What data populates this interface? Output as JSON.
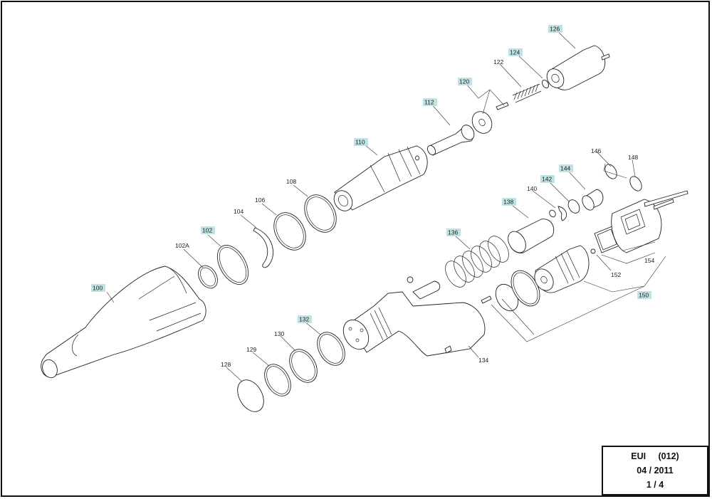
{
  "title_block": {
    "line1": "EUI     (012)",
    "line2": "04 / 2011",
    "line3": "1 / 4"
  },
  "colors": {
    "highlight": "#bfe3e4",
    "line": "#222222",
    "frame": "#111111"
  },
  "labels": {
    "p100": "100",
    "p102": "102",
    "p102a": "102A",
    "p104": "104",
    "p106": "106",
    "p108": "108",
    "p110": "110",
    "p112": "112",
    "p120": "120",
    "p122": "122",
    "p124": "124",
    "p126": "126",
    "p128": "128",
    "p129": "129",
    "p130": "130",
    "p132": "132",
    "p134": "134",
    "p136": "136",
    "p138": "138",
    "p140": "140",
    "p142": "142",
    "p144": "144",
    "p146": "146",
    "p148": "148",
    "p150": "150",
    "p152": "152",
    "p154": "154"
  }
}
